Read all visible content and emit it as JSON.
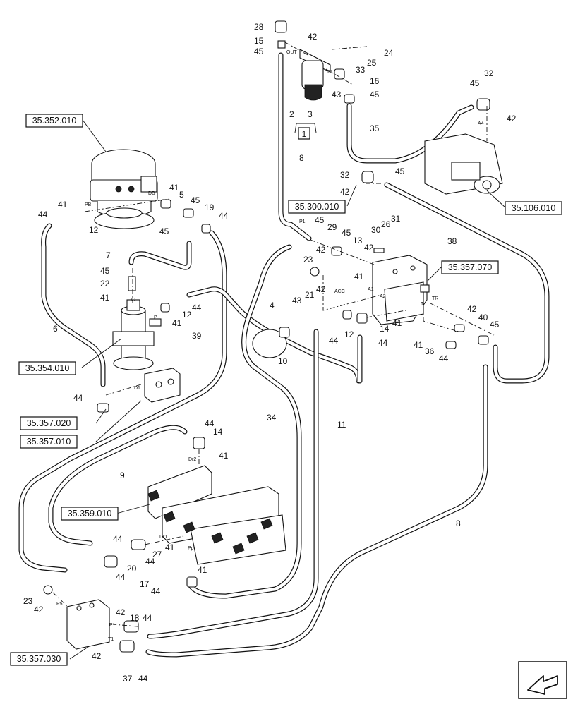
{
  "references": {
    "r35352": "35.352.010",
    "r35300": "35.300.010",
    "r35106": "35.106.010",
    "r35357_070": "35.357.070",
    "r35354": "35.354.010",
    "r35357_020": "35.357.020",
    "r35357_010": "35.357.010",
    "r35359": "35.359.010",
    "r35357_030": "35.357.030"
  },
  "assembly_label": "1",
  "port_labels": {
    "out": "OUT",
    "in": "IN",
    "pb": "PB",
    "db": "DB",
    "p1a": "P1",
    "g": "G",
    "p": "P",
    "d1": "D1",
    "acc": "ACC",
    "a1": "A1",
    "a2": "A2",
    "t": "T",
    "tr": "TR",
    "a4": "A4",
    "dr2": "Dr2",
    "dr1": "Dr1",
    "pp": "Pp",
    "p5": "P5",
    "p1b": "P1",
    "t1": "T1"
  },
  "callouts": {
    "c28": "28",
    "c15": "15",
    "c45a": "45",
    "c42a": "42",
    "c24": "24",
    "c25": "25",
    "c33": "33",
    "c16": "16",
    "c43a": "43",
    "c45b": "45",
    "c2": "2",
    "c3": "3",
    "c35": "35",
    "c32a": "32",
    "c45c": "45",
    "c42b": "42",
    "c8a": "8",
    "c32b": "32",
    "c45d": "45",
    "c42c": "42",
    "c41a": "41",
    "c5": "5",
    "c45e": "45",
    "c19": "19",
    "c44a": "44",
    "c41b": "41",
    "c44b": "44",
    "c12a": "12",
    "c45f": "45",
    "c45g": "45",
    "c29": "29",
    "c45h": "45",
    "c13": "13",
    "c42d": "42",
    "c30": "30",
    "c26": "26",
    "c31": "31",
    "c38": "38",
    "c7": "7",
    "c45i": "45",
    "c22": "22",
    "c41c": "41",
    "c23a": "23",
    "c42e": "42",
    "c41d": "41",
    "c4": "4",
    "c21": "21",
    "c43b": "43",
    "c42f": "42",
    "c44c": "44",
    "c12b": "12",
    "c41e": "41",
    "c6": "6",
    "c39": "39",
    "c12c": "12",
    "c14a": "14",
    "c41f": "41",
    "c44d": "44",
    "c10": "10",
    "c44e": "44",
    "c42g": "42",
    "c40": "40",
    "c45j": "45",
    "c41g": "41",
    "c36": "36",
    "c44f": "44",
    "c44g": "44",
    "c34": "34",
    "c11": "11",
    "c44h": "44",
    "c14b": "14",
    "c41h": "41",
    "c9": "9",
    "c8b": "8",
    "c44i": "44",
    "c44j": "44",
    "c27": "27",
    "c41i": "41",
    "c20": "20",
    "c44k": "44",
    "c17": "17",
    "c44l": "44",
    "c41j": "41",
    "c23b": "23",
    "c42h": "42",
    "c42i": "42",
    "c18": "18",
    "c44m": "44",
    "c42j": "42",
    "c37": "37",
    "c44n": "44"
  }
}
